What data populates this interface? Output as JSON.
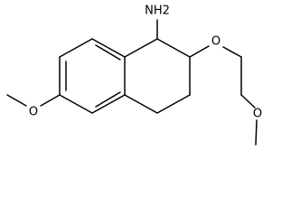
{
  "molecule": {
    "atoms": {
      "amine": "NH2",
      "ether_oxygen": "O",
      "methoxy_oxygen_chain": "O",
      "methoxy_oxygen_ring": "O"
    }
  },
  "colors": {
    "bond": "#000000",
    "background": "#ffffff"
  }
}
